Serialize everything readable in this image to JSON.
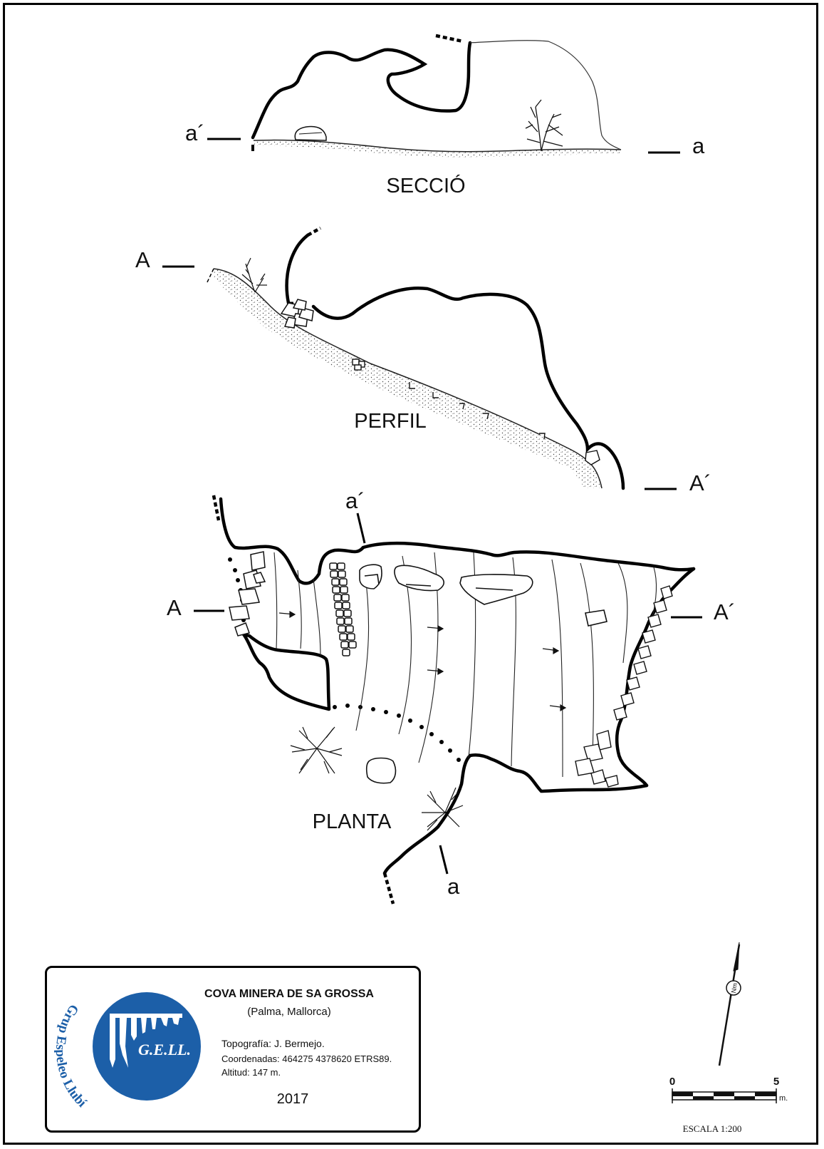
{
  "sections": {
    "seccio": "SECCIÓ",
    "perfil": "PERFIL",
    "planta": "PLANTA"
  },
  "markers": {
    "a_prime": "a´",
    "a": "a",
    "A": "A",
    "A_prime": "A´"
  },
  "titleblock": {
    "cave_name": "COVA MINERA DE SA GROSSA",
    "location": "(Palma, Mallorca)",
    "topography": "Topografía: J. Bermejo.",
    "coordinates": "Coordenadas: 464275 4378620 ETRS89.",
    "altitude": "Altitud: 147 m.",
    "year": "2017",
    "logo_text": "G.E.LL.",
    "logo_arc_text": "Grup Espeleo Llubí",
    "logo_color": "#1c5fa8"
  },
  "scale": {
    "start": "0",
    "end": "5",
    "unit": "m.",
    "caption": "ESCALA 1:200"
  },
  "north": {
    "label": "Nm"
  }
}
